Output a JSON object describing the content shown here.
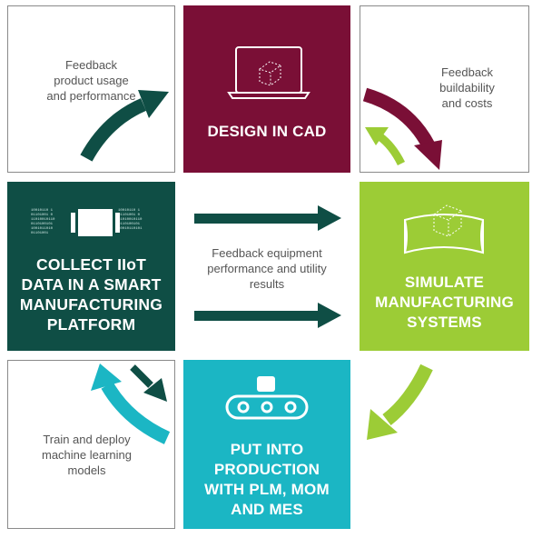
{
  "blocks": {
    "design": {
      "label_line1": "DESIGN IN CAD"
    },
    "collect": {
      "label_line1": "COLLECT IIoT",
      "label_line2": "DATA IN A SMART",
      "label_line3": "MANUFACTURING",
      "label_line4": "PLATFORM"
    },
    "simulate": {
      "label_line1": "SIMULATE",
      "label_line2": "MANUFACTURING",
      "label_line3": "SYSTEMS"
    },
    "production": {
      "label_line1": "PUT INTO",
      "label_line2": "PRODUCTION",
      "label_line3": "WITH PLM, MOM",
      "label_line4": "AND MES"
    }
  },
  "feedback": {
    "usage": {
      "line1": "Feedback",
      "line2": "product usage",
      "line3": "and performance"
    },
    "build": {
      "line1": "Feedback",
      "line2": "buildability",
      "line3": "and costs"
    },
    "equip": {
      "line1": "Feedback equipment",
      "line2": "performance and utility",
      "line3": "results"
    },
    "ml": {
      "line1": "Train and deploy",
      "line2": "machine learning",
      "line3": "models"
    }
  },
  "colors": {
    "maroon": "#7a0f36",
    "dark_green": "#0f4e45",
    "lime": "#9ccc36",
    "cyan": "#1bb6c4"
  },
  "icons": [
    "laptop-cube-icon",
    "iiot-data-icon",
    "simulation-cube-icon",
    "conveyor-belt-icon"
  ]
}
